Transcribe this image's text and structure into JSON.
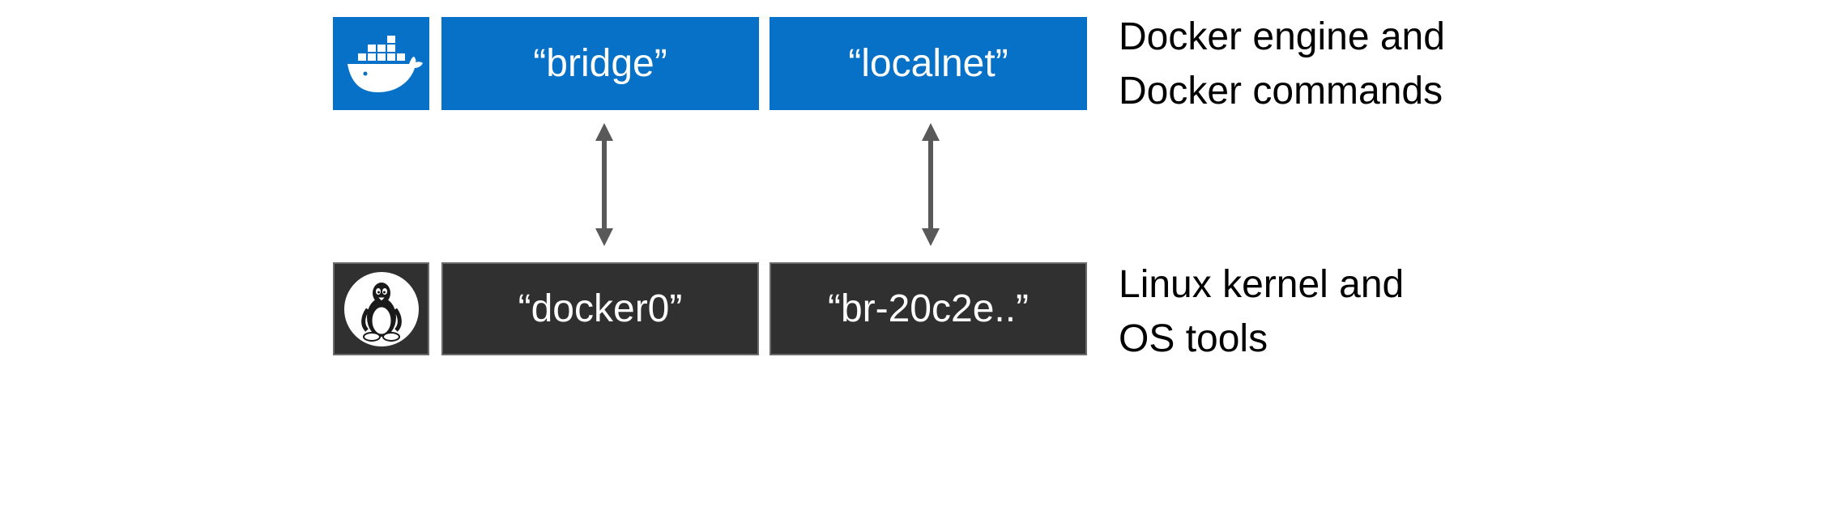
{
  "colors": {
    "docker_blue": "#0671c6",
    "linux_dark": "#303030",
    "arrow_gray": "#595959"
  },
  "docker_row": {
    "logo_icon": "docker-whale-icon",
    "networks": [
      "“bridge”",
      "“localnet”"
    ],
    "description_lines": [
      "Docker engine and",
      "Docker commands"
    ]
  },
  "linux_row": {
    "logo_icon": "linux-tux-icon",
    "interfaces": [
      "“docker0”",
      "“br-20c2e..”"
    ],
    "description_lines": [
      "Linux kernel and",
      "OS tools"
    ]
  },
  "connectors": {
    "icon": "double-headed-arrow-icon",
    "pairs": [
      [
        "“bridge”",
        "“docker0”"
      ],
      [
        "“localnet”",
        "“br-20c2e..”"
      ]
    ]
  }
}
